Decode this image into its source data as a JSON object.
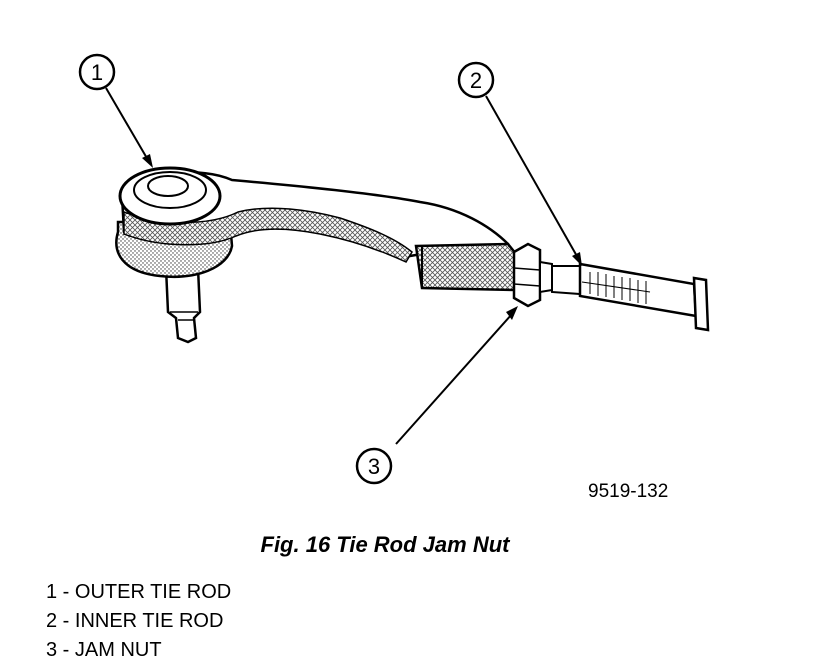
{
  "diagram": {
    "callouts": [
      {
        "number": "1"
      },
      {
        "number": "2"
      },
      {
        "number": "3"
      }
    ],
    "figure_id": "9519-132"
  },
  "caption": "Fig. 16 Tie Rod Jam Nut",
  "legend": [
    {
      "text": "1 - OUTER TIE ROD"
    },
    {
      "text": "2 - INNER TIE ROD"
    },
    {
      "text": "3 - JAM NUT"
    }
  ]
}
